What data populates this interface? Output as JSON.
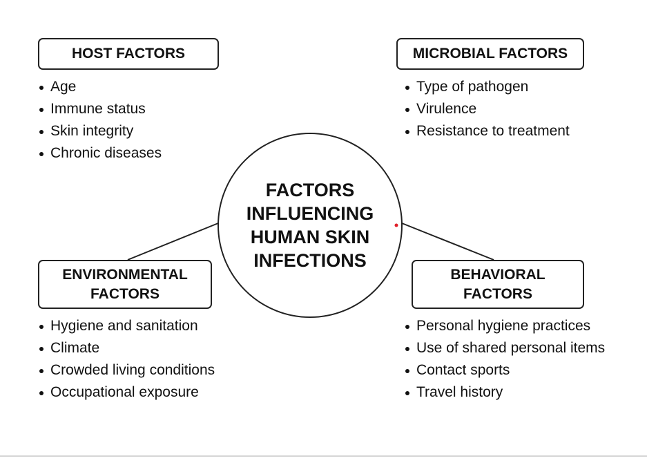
{
  "center_title": [
    "FACTORS",
    "INFLUENCING",
    "HUMAN SKIN",
    "INFECTIONS"
  ],
  "host": {
    "title": "HOST FACTORS",
    "items": [
      "Age",
      "Immune status",
      "Skin integrity",
      "Chronic diseases"
    ]
  },
  "microbial": {
    "title": "MICROBIAL FACTORS",
    "items": [
      "Type of pathogen",
      "Virulence",
      "Resistance to treatment"
    ]
  },
  "environmental": {
    "title": [
      "ENVIRONMENTAL",
      "FACTORS"
    ],
    "items": [
      "Hygiene and sanitation",
      "Climate",
      "Crowded living conditions",
      "Occupational exposure"
    ]
  },
  "behavioral": {
    "title": [
      "BEHAVIORAL",
      "FACTORS"
    ],
    "items": [
      "Personal hygiene practices",
      "Use of shared personal items",
      "Contact sports",
      "Travel history"
    ]
  },
  "colors": {
    "stroke": "#222222",
    "marker": "#e0202a"
  }
}
